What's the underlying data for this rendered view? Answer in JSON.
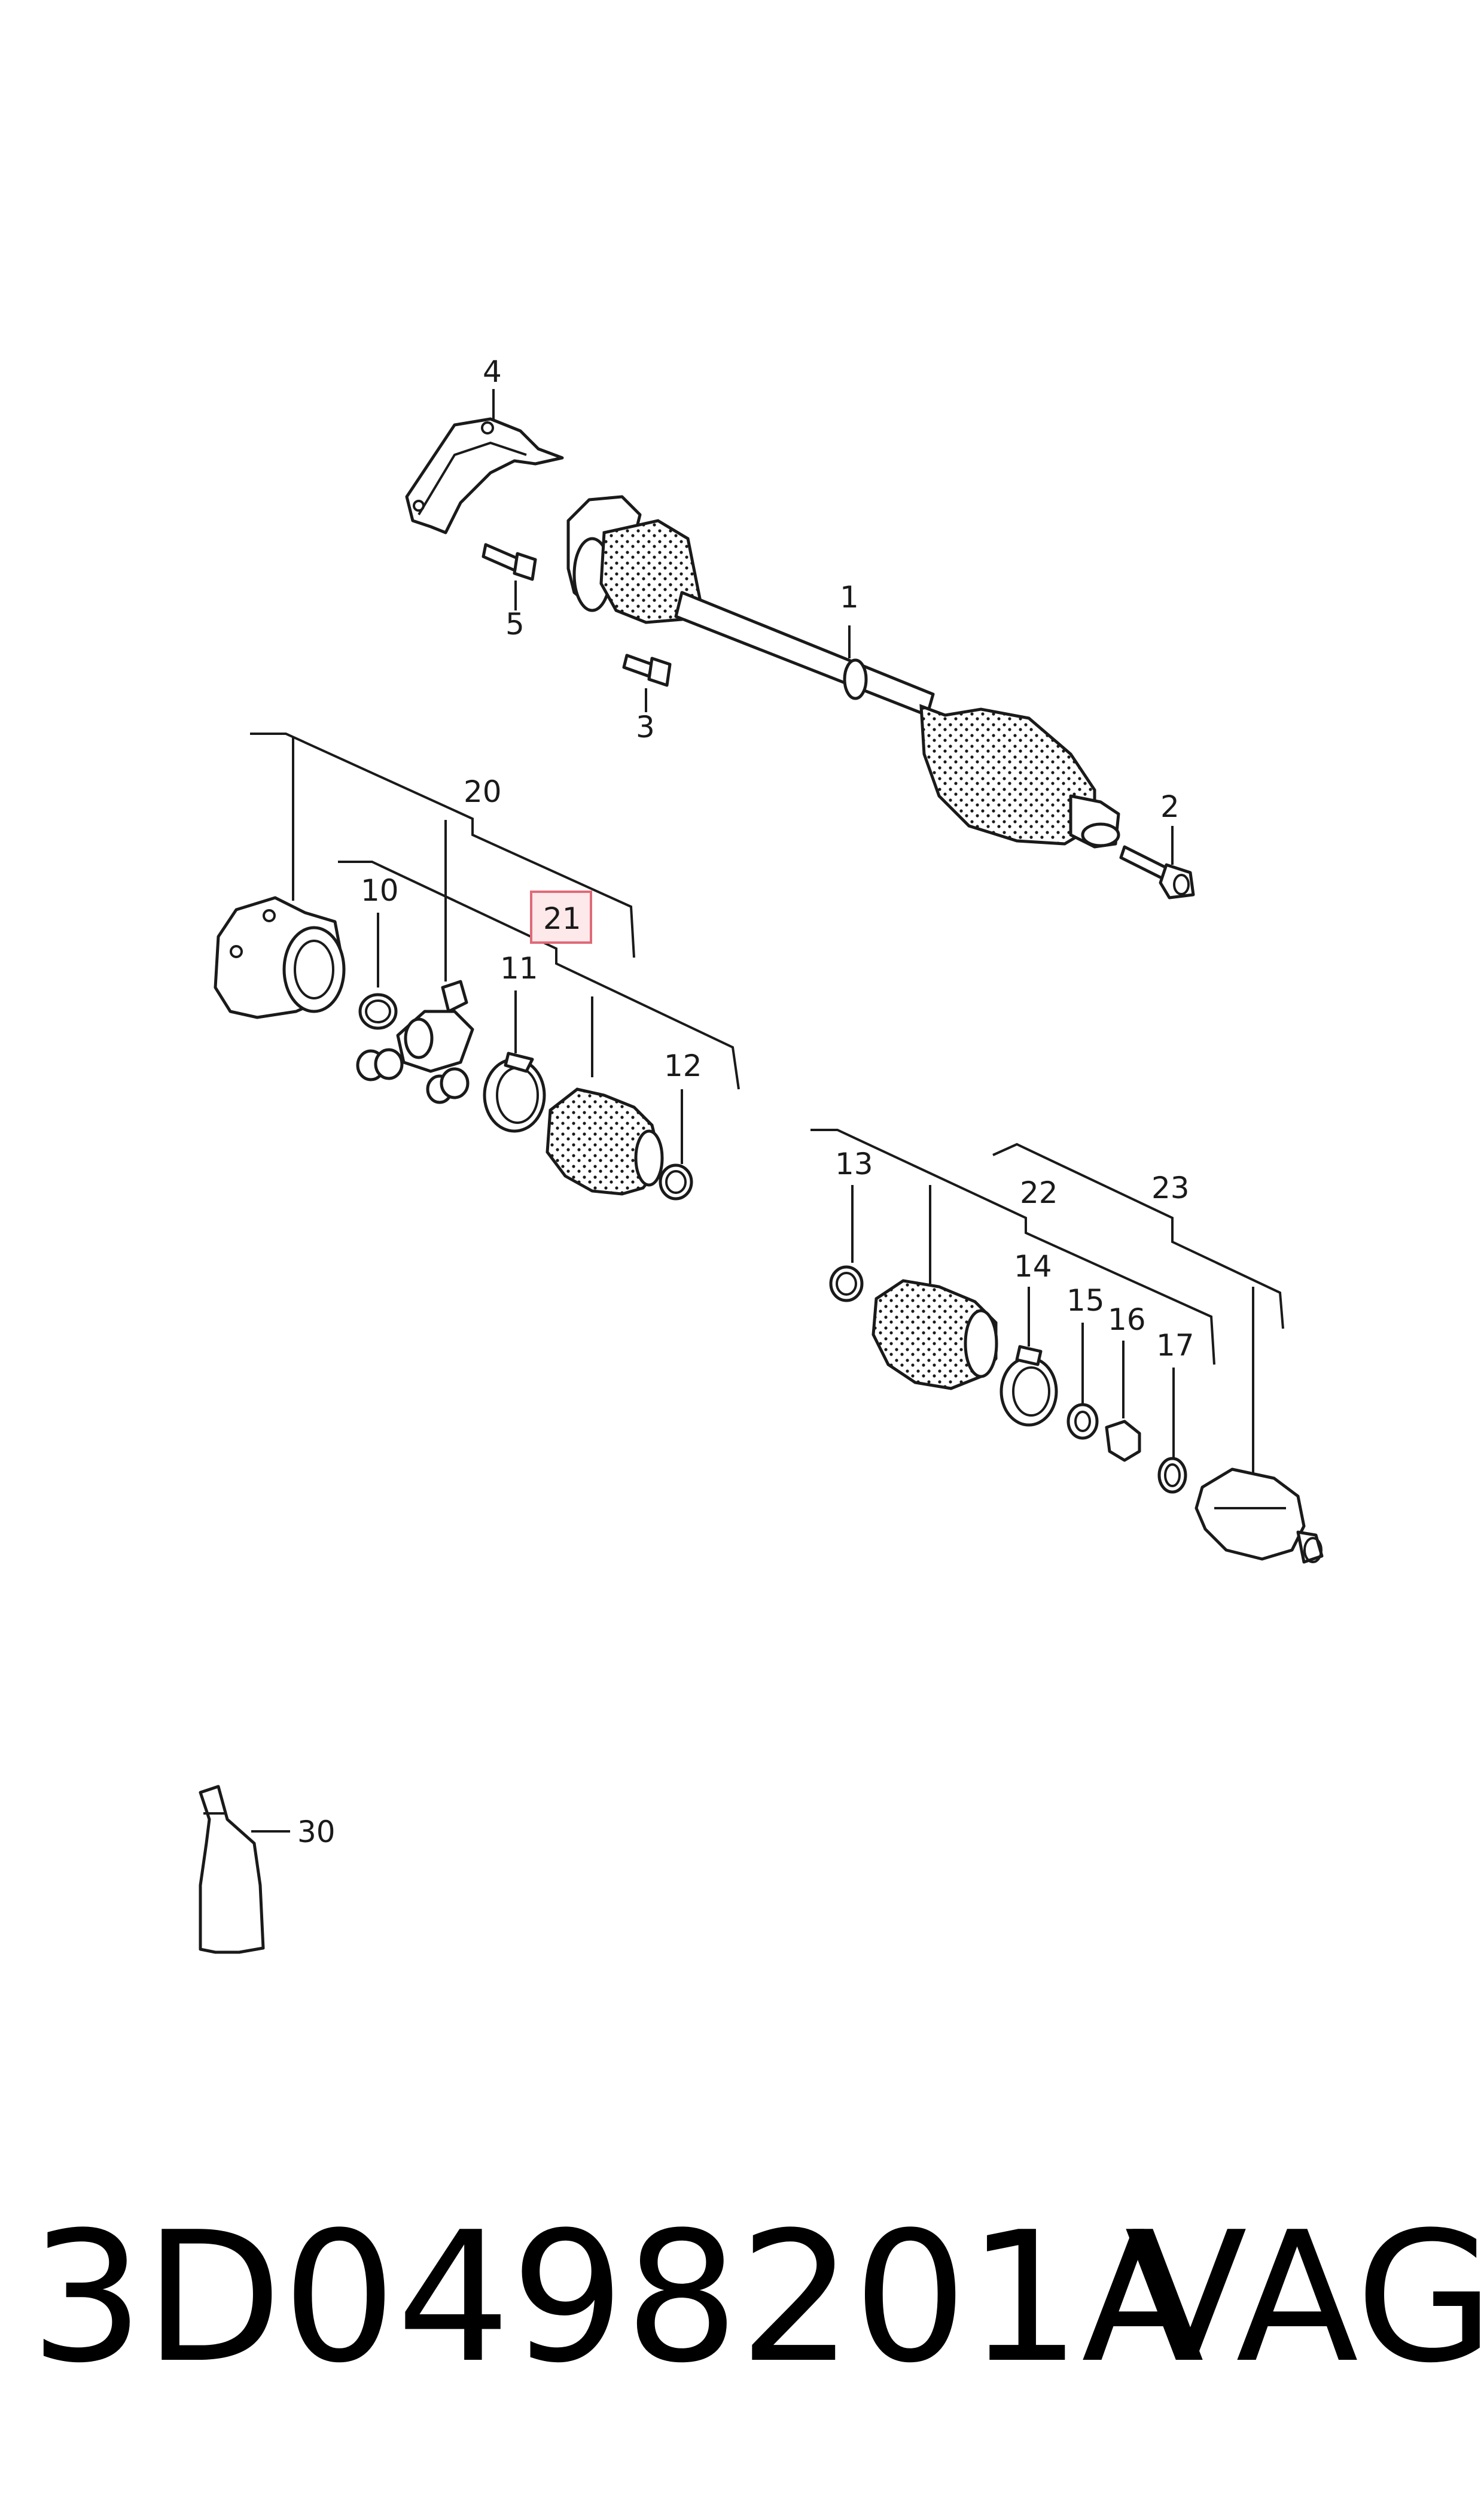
{
  "callouts": {
    "c1": "1",
    "c2": "2",
    "c3": "3",
    "c4": "4",
    "c5": "5",
    "c10": "10",
    "c11": "11",
    "c12": "12",
    "c13": "13",
    "c14": "14",
    "c15": "15",
    "c16": "16",
    "c17": "17",
    "c20": "20",
    "c21": "21",
    "c22": "22",
    "c23": "23",
    "c30": "30"
  },
  "highlighted_callout": "21",
  "highlight_color": "#fde8ea",
  "highlight_border_color": "#e06a78",
  "footer": {
    "part_number": "3D0498201A",
    "brand": "VAG"
  }
}
